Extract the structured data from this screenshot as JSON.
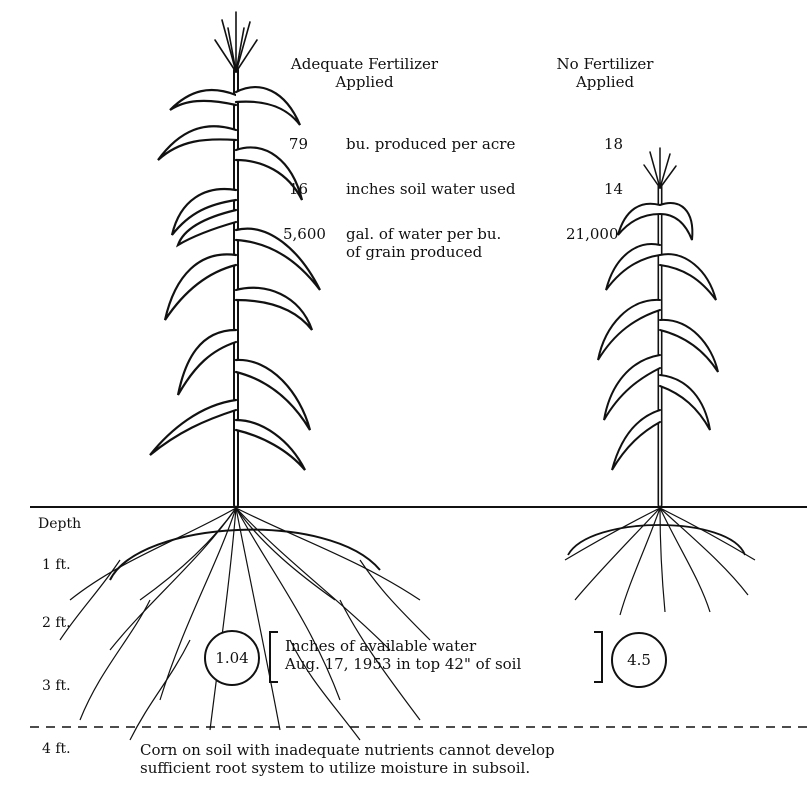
{
  "headers": {
    "adequate": [
      "Adequate Fertilizer",
      "Applied"
    ],
    "none": [
      "No Fertilizer",
      "Applied"
    ]
  },
  "stats": [
    {
      "adequate": "79",
      "label": "bu. produced per acre",
      "none": "18"
    },
    {
      "adequate": "16",
      "label": "inches soil water used",
      "none": "14"
    },
    {
      "adequate": "5,600",
      "label": "gal. of water per bu.",
      "label2": "of grain produced",
      "none": "21,000"
    }
  ],
  "depth": {
    "title": "Depth",
    "marks": [
      "1 ft.",
      "2 ft.",
      "3 ft.",
      "4 ft."
    ]
  },
  "available_water": {
    "adequate": "1.04",
    "none": "4.5",
    "caption": [
      "Inches of available water",
      "Aug. 17, 1953 in top 42\" of soil"
    ]
  },
  "footnote": [
    "Corn on soil with inadequate nutrients cannot develop",
    "sufficient root system to utilize moisture in subsoil."
  ]
}
